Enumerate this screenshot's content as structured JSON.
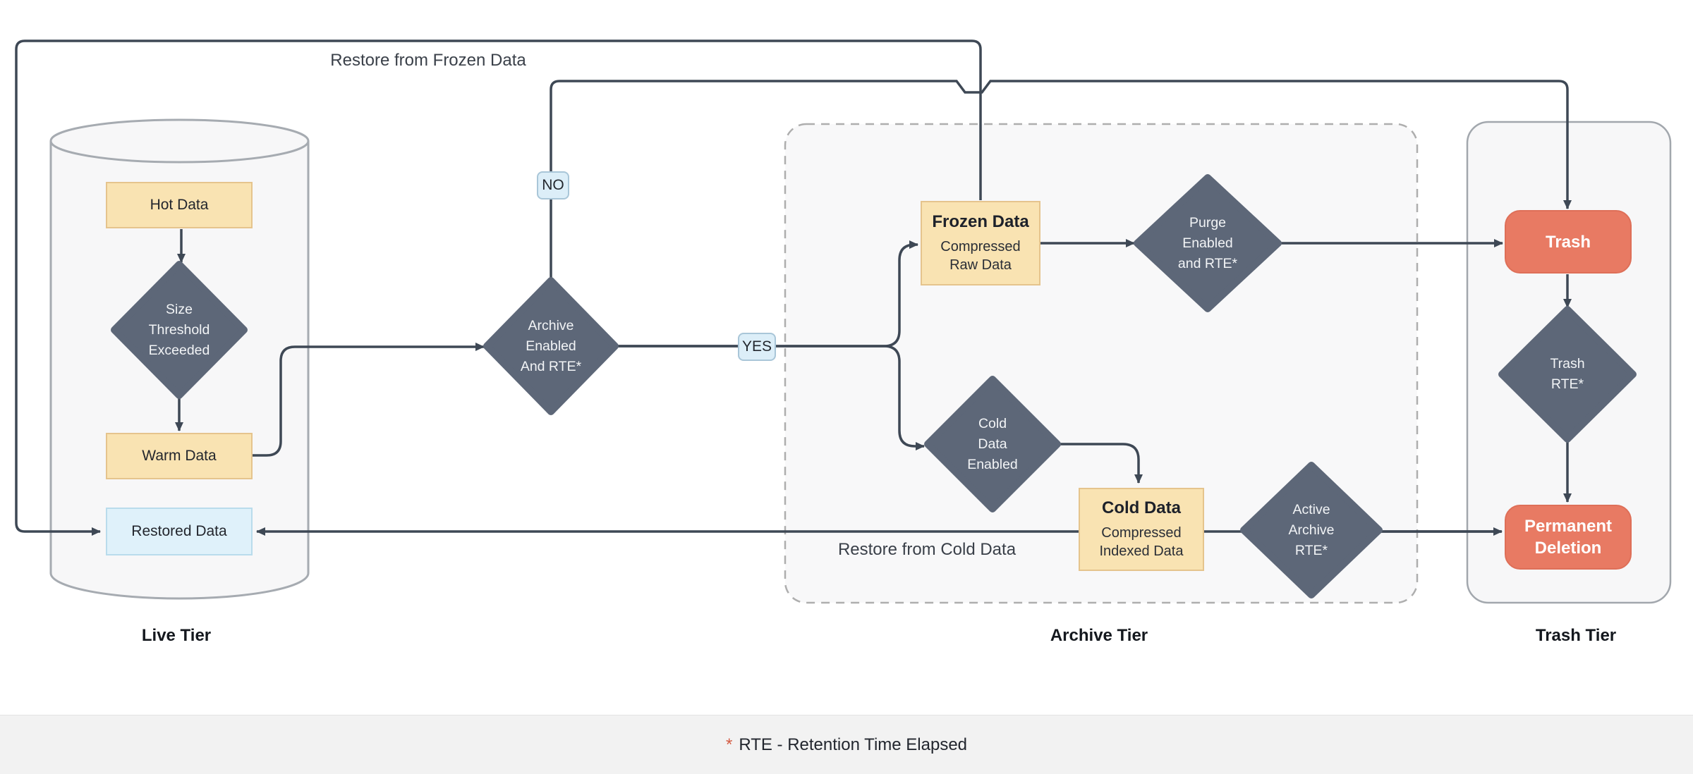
{
  "diagram": {
    "colors": {
      "line": "#3e4855",
      "diamond_fill": "#5d6778",
      "yellow_fill": "#f9e3b2",
      "yellow_border": "#e5c48d",
      "blue_fill": "#dff1fa",
      "red_fill": "#e87a63",
      "container_fill": "#f7f7f8",
      "footer_bg": "#f2f2f2",
      "accent_red": "#d35b43"
    },
    "flow_labels": {
      "restore_frozen": "Restore from Frozen Data",
      "restore_cold": "Restore from Cold Data"
    },
    "edge_labels": {
      "no": "NO",
      "yes": "YES"
    },
    "tiers": {
      "live": {
        "label": "Live Tier"
      },
      "archive": {
        "label": "Archive Tier"
      },
      "trash": {
        "label": "Trash Tier"
      }
    },
    "nodes": {
      "hot_data": {
        "label": "Hot Data"
      },
      "size_threshold": {
        "lines": [
          "Size",
          "Threshold",
          "Exceeded"
        ]
      },
      "warm_data": {
        "label": "Warm Data"
      },
      "restored_data": {
        "label": "Restored Data"
      },
      "archive_enabled": {
        "lines": [
          "Archive",
          "Enabled",
          "And RTE*"
        ]
      },
      "frozen_data": {
        "title": "Frozen Data",
        "subtitle_lines": [
          "Compressed",
          "Raw Data"
        ]
      },
      "purge_enabled": {
        "lines": [
          "Purge",
          "Enabled",
          "and RTE*"
        ]
      },
      "cold_data_enabled": {
        "lines": [
          "Cold",
          "Data",
          "Enabled"
        ]
      },
      "cold_data": {
        "title": "Cold Data",
        "subtitle_lines": [
          "Compressed",
          "Indexed Data"
        ]
      },
      "active_archive": {
        "lines": [
          "Active",
          "Archive",
          "RTE*"
        ]
      },
      "trash": {
        "label": "Trash"
      },
      "trash_rte": {
        "lines": [
          "Trash",
          "RTE*"
        ]
      },
      "permanent_deletion": {
        "label": "Permanent Deletion"
      }
    },
    "footer": {
      "marker": "*",
      "note": "RTE - Retention Time Elapsed"
    }
  }
}
